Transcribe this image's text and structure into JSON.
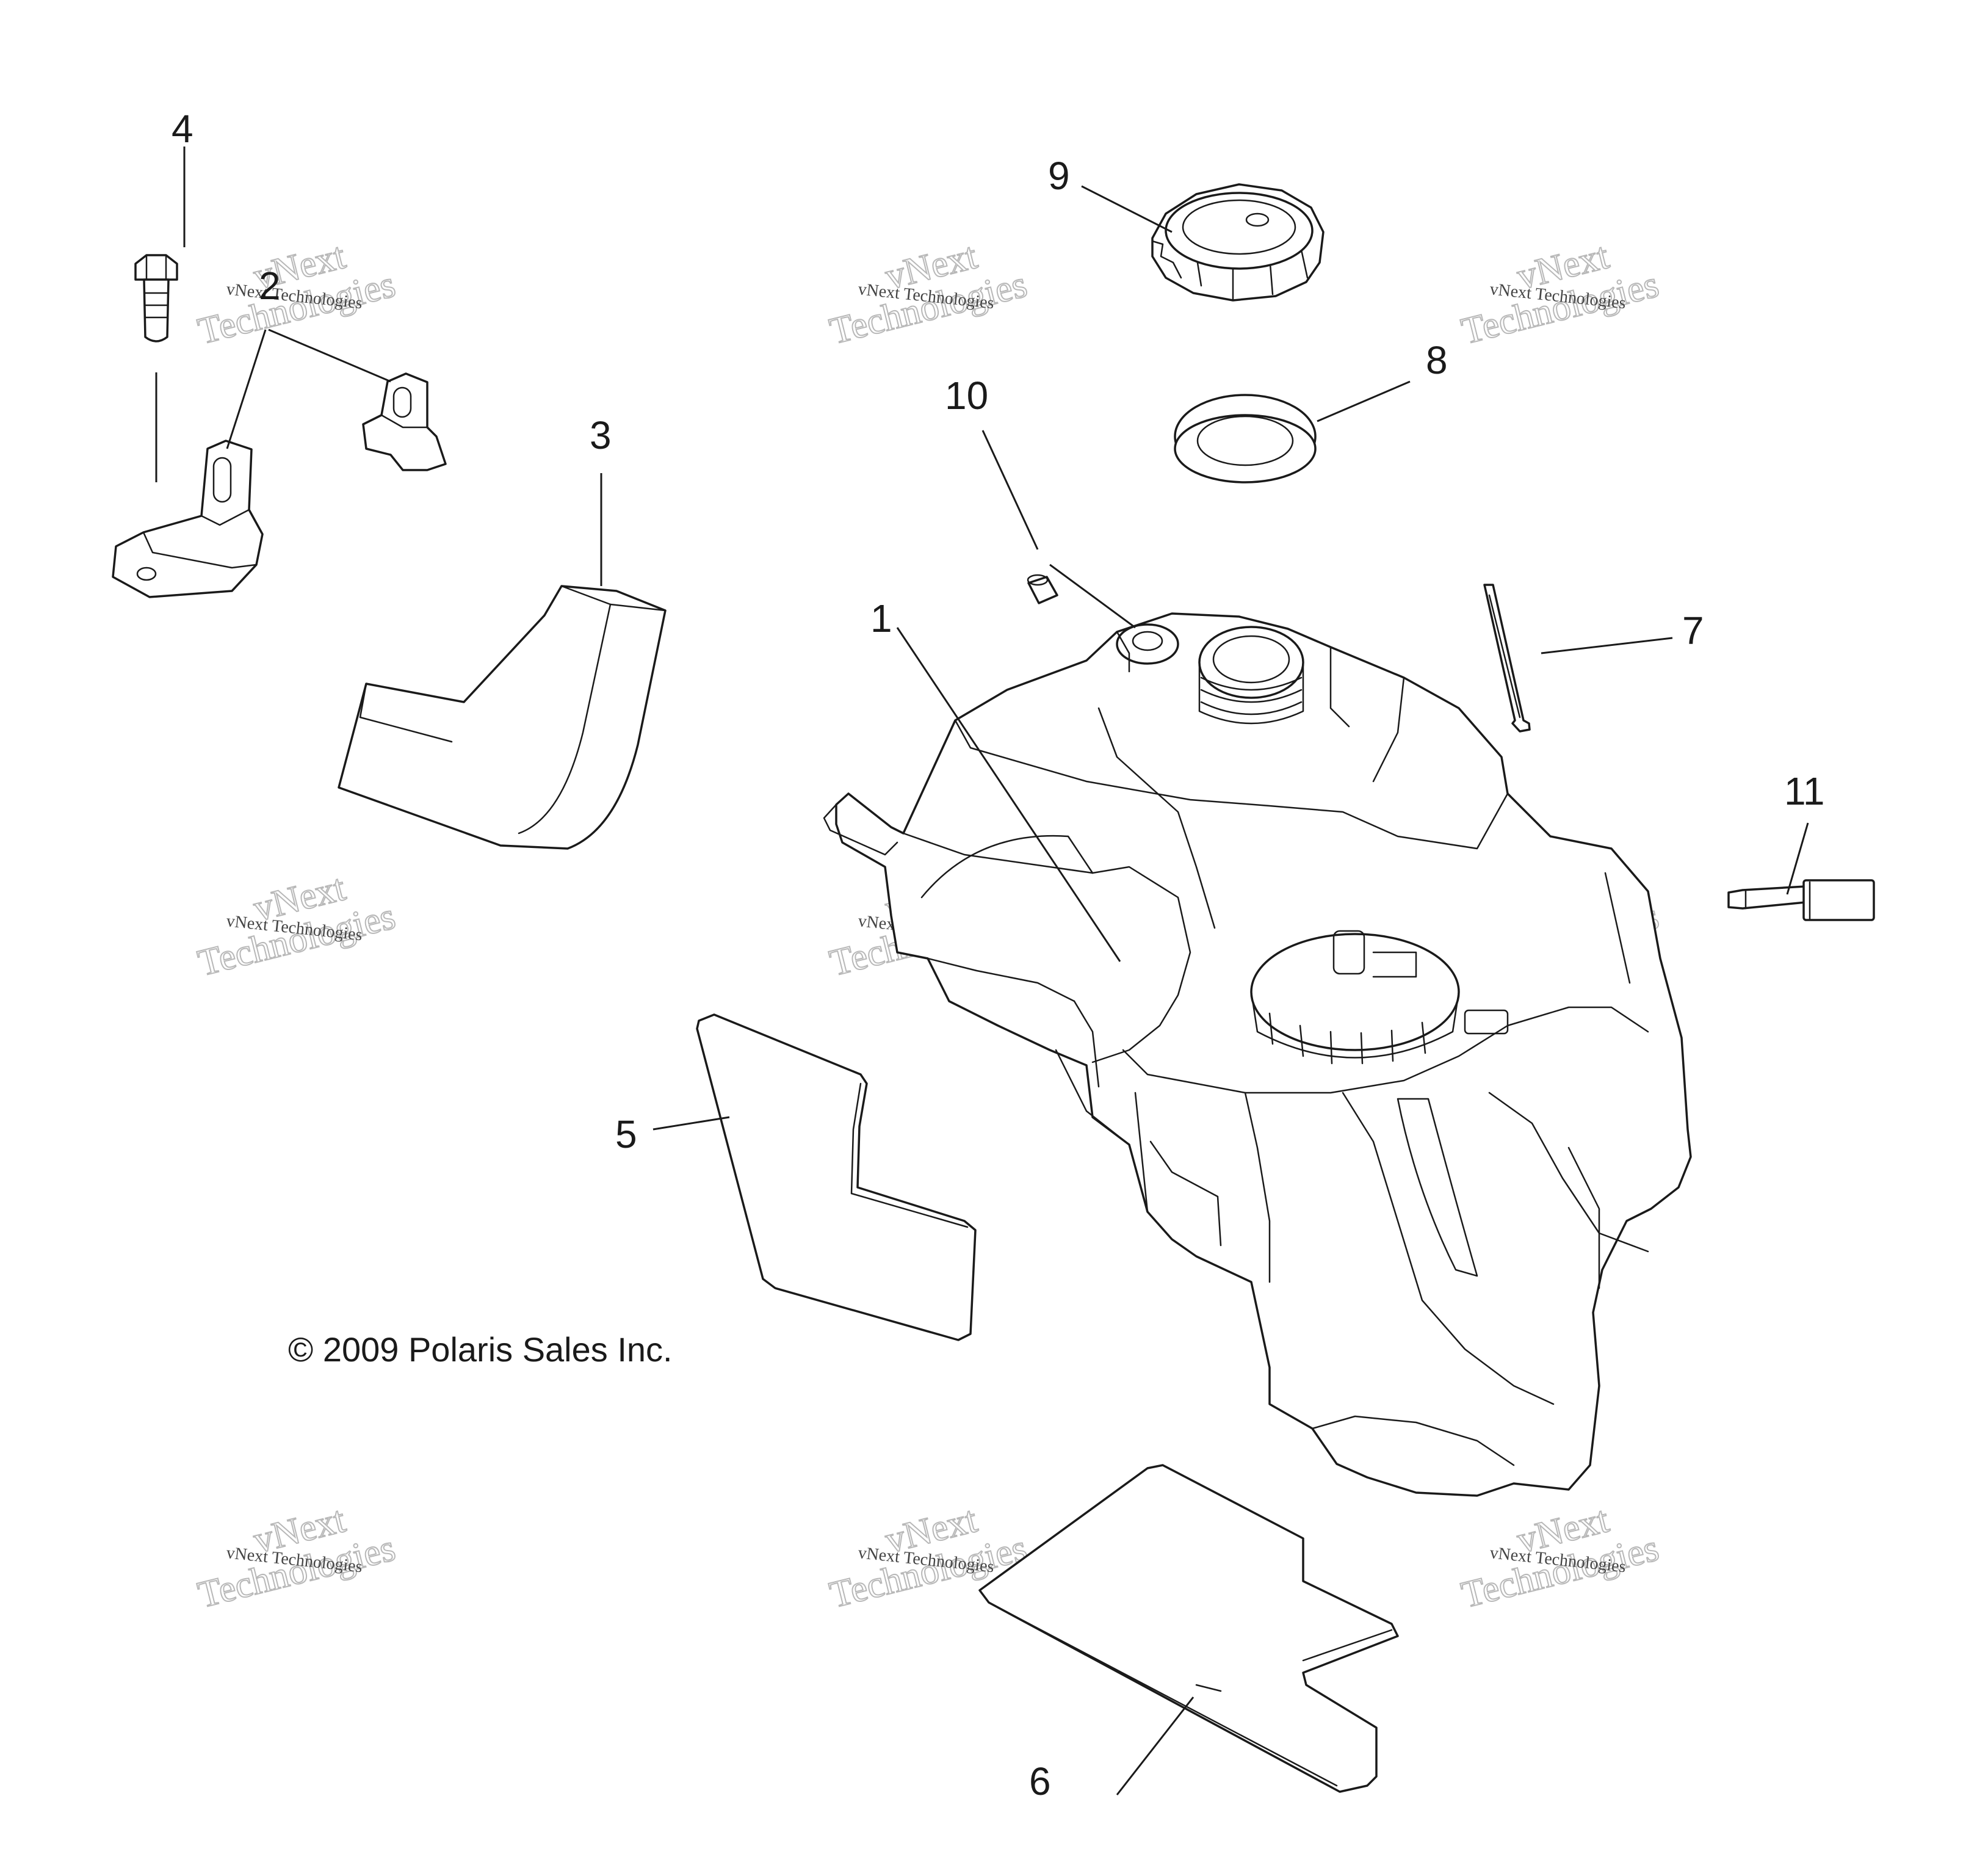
{
  "callouts": {
    "c1": "1",
    "c2": "2",
    "c3": "3",
    "c4": "4",
    "c5": "5",
    "c6": "6",
    "c7": "7",
    "c8": "8",
    "c9": "9",
    "c10": "10",
    "c11": "11"
  },
  "copyright": "© 2009 Polaris Sales Inc.",
  "watermark": {
    "small": "vNext Technologies",
    "large_top": "vNext",
    "large_bottom": "Technologies"
  }
}
